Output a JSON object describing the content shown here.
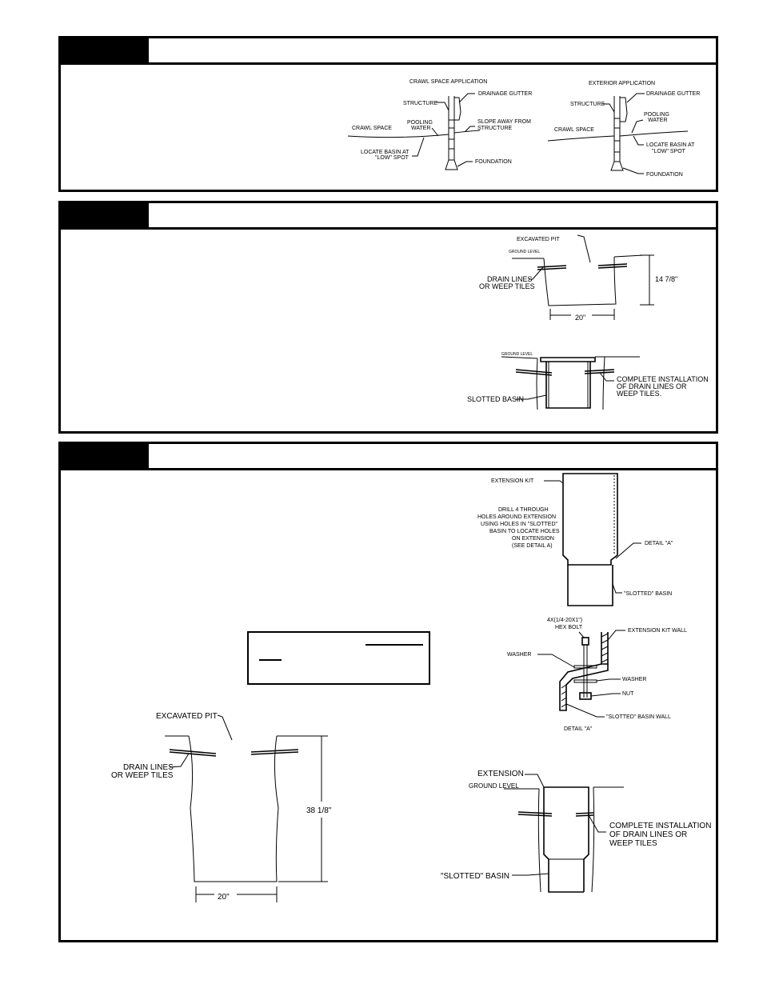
{
  "step1": {
    "crawl": {
      "title": "CRAWL SPACE APPLICATION",
      "drainage_gutter": "DRAINAGE GUTTER",
      "structure": "STRUCTURE",
      "pooling_water_1": "POOLING",
      "pooling_water_2": "WATER",
      "slope_1": "SLOPE AWAY FROM",
      "slope_2": "STRUCTURE",
      "crawl_space": "CRAWL SPACE",
      "locate_1": "LOCATE BASIN AT",
      "locate_2": "\"LOW\" SPOT",
      "foundation": "FOUNDATION"
    },
    "exterior": {
      "title": "EXTERIOR APPLICATION",
      "drainage_gutter": "DRAINAGE GUTTER",
      "structure": "STRUCTURE",
      "pooling_water_1": "POOLING",
      "pooling_water_2": "WATER",
      "crawl_space": "CRAWL SPACE",
      "locate_1": "LOCATE BASIN AT",
      "locate_2": "\"LOW\" SPOT",
      "foundation": "FOUNDATION"
    }
  },
  "step2": {
    "pit": {
      "excavated_pit": "EXCAVATED PIT",
      "ground_level": "GROUND LEVEL",
      "drain_1": "DRAIN LINES",
      "drain_2": "OR WEEP TILES",
      "depth": "14 7/8\"",
      "width": "20\""
    },
    "basin": {
      "ground_level": "GROUND LEVEL",
      "complete_1": "COMPLETE INSTALLATION",
      "complete_2": "OF DRAIN LINES OR",
      "complete_3": "WEEP TILES.",
      "slotted_basin": "SLOTTED BASIN"
    }
  },
  "step3": {
    "ext": {
      "extension_kit": "EXTENSION KIT",
      "drill_1": "DRILL 4 THROUGH",
      "drill_2": "HOLES AROUND EXTENSION",
      "drill_3": "USING HOLES IN \"SLOTTED\"",
      "drill_4": "BASIN TO LOCATE HOLES",
      "drill_5": "ON EXTENSION",
      "drill_6": "(SEE DETAIL A)",
      "detail_a": "DETAIL \"A\"",
      "slotted_basin": "\"SLOTTED\" BASIN"
    },
    "detail": {
      "bolt_1": "4X(1/4-20X1\")",
      "bolt_2": "HEX BOLT",
      "ext_wall": "EXTENSION KIT WALL",
      "washer_left": "WASHER",
      "washer_right": "WASHER",
      "nut": "NUT",
      "basin_wall": "\"SLOTTED\" BASIN WALL",
      "caption": "DETAIL \"A\""
    },
    "pit": {
      "excavated_pit": "EXCAVATED PIT",
      "drain_1": "DRAIN LINES",
      "drain_2": "OR WEEP TILES",
      "depth": "38 1/8\"",
      "width": "20\""
    },
    "install": {
      "extension": "EXTENSION",
      "ground_level": "GROUND LEVEL",
      "complete_1": "COMPLETE INSTALLATION",
      "complete_2": "OF DRAIN LINES OR",
      "complete_3": "WEEP TILES",
      "slotted_basin": "\"SLOTTED\" BASIN"
    }
  }
}
